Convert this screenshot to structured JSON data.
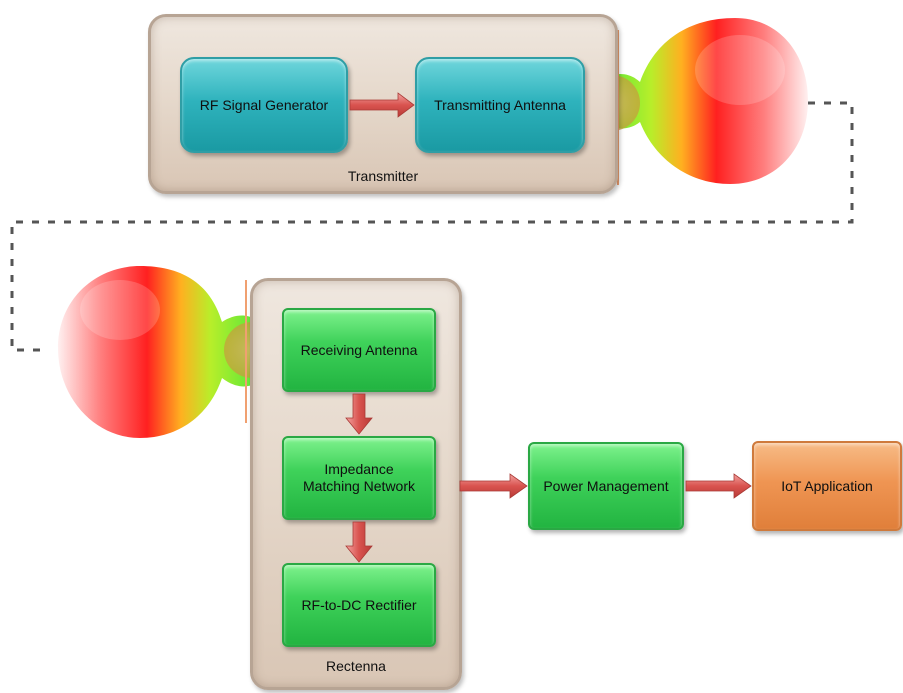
{
  "transmitter": {
    "label": "Transmitter",
    "rf_signal_generator": "RF Signal Generator",
    "transmitting_antenna": "Transmitting Antenna"
  },
  "rectenna": {
    "label": "Rectenna",
    "receiving_antenna": "Receiving Antenna",
    "impedance_matching_line1": "Impedance",
    "impedance_matching_line2": "Matching Network",
    "rectifier": "RF-to-DC Rectifier"
  },
  "power_management": "Power Management",
  "iot_application": "IoT Application",
  "colors": {
    "container": "#e6d9cc",
    "teal_block": "#2fb3bd",
    "green_block": "#3fd25a",
    "orange_block": "#ef9553",
    "arrow": "#d9534f",
    "antenna_lobe_hot": "#ff2020",
    "antenna_lobe_cool": "#3ee63e"
  }
}
